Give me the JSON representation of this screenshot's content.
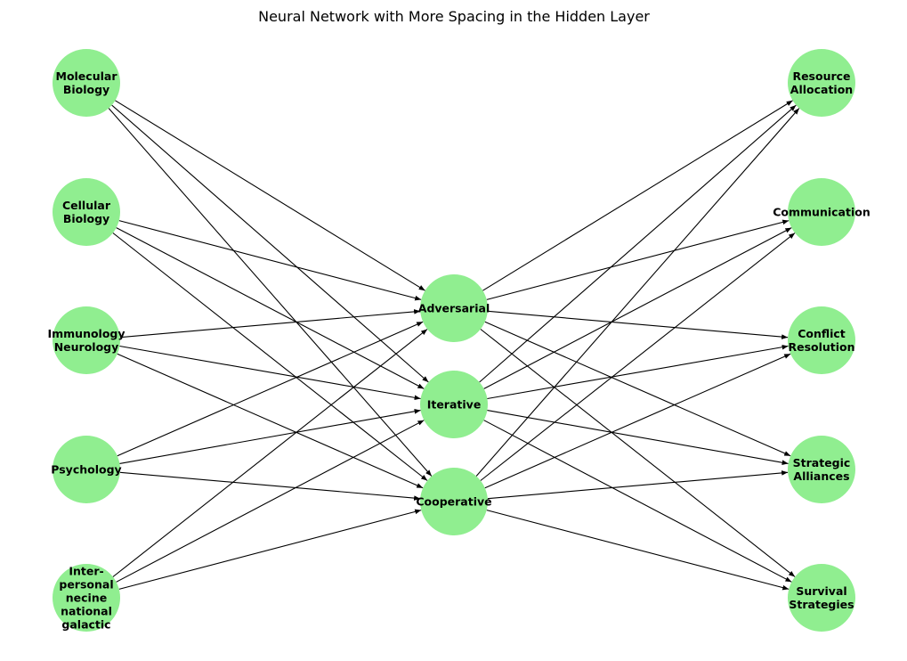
{
  "title": "Neural Network with More Spacing in the Hidden Layer",
  "colors": {
    "node_fill": "#90ee90",
    "edge": "#000000",
    "text": "#000000",
    "background": "#ffffff"
  },
  "layers": {
    "input": [
      {
        "id": "molecular-biology",
        "lines": [
          "Molecular",
          "Biology"
        ]
      },
      {
        "id": "cellular-biology",
        "lines": [
          "Cellular",
          "Biology"
        ]
      },
      {
        "id": "immunology-neurology",
        "lines": [
          "Immunology",
          "Neurology"
        ]
      },
      {
        "id": "psychology",
        "lines": [
          "Psychology"
        ]
      },
      {
        "id": "interpersonal",
        "lines": [
          "Inter-",
          "personal",
          "necine",
          "national",
          "galactic"
        ]
      }
    ],
    "hidden": [
      {
        "id": "adversarial",
        "lines": [
          "Adversarial"
        ]
      },
      {
        "id": "iterative",
        "lines": [
          "Iterative"
        ]
      },
      {
        "id": "cooperative",
        "lines": [
          "Cooperative"
        ]
      }
    ],
    "output": [
      {
        "id": "resource-allocation",
        "lines": [
          "Resource",
          "Allocation"
        ]
      },
      {
        "id": "communication",
        "lines": [
          "Communication"
        ]
      },
      {
        "id": "conflict-resolution",
        "lines": [
          "Conflict",
          "Resolution"
        ]
      },
      {
        "id": "strategic-alliances",
        "lines": [
          "Strategic",
          "Alliances"
        ]
      },
      {
        "id": "survival-strategies",
        "lines": [
          "Survival",
          "Strategies"
        ]
      }
    ]
  },
  "connectivity": "fully-connected"
}
